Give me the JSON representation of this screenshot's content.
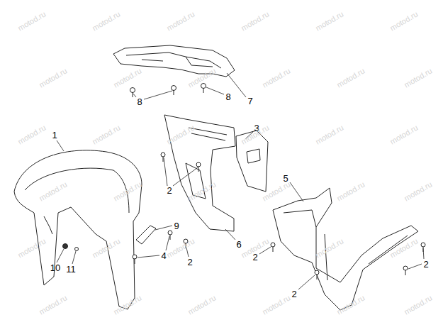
{
  "diagram": {
    "labels": [
      "1",
      "2",
      "2",
      "2",
      "2",
      "2",
      "3",
      "4",
      "5",
      "6",
      "7",
      "8",
      "8",
      "9",
      "10",
      "11",
      "motod.ru",
      "motod.ru",
      "motod.ru",
      "motod.ru",
      "motod.ru",
      "motod.ru",
      "motod.ru",
      "motod.ru",
      "motod.ru",
      "motod.ru",
      "motod.ru",
      "motod.ru",
      "motod.ru",
      "motod.ru",
      "motod.ru",
      "motod.ru",
      "motod.ru",
      "motod.ru",
      "motod.ru",
      "motod.ru",
      "motod.ru",
      "motod.ru",
      "motod.ru",
      "motod.ru",
      "motod.ru",
      "motod.ru",
      "motod.ru",
      "motod.ru",
      "motod.ru",
      "motod.ru",
      "motod.ru",
      "motod.ru",
      "motod.ru",
      "motod.ru",
      "motod.ru",
      "motod.ru"
    ]
  }
}
